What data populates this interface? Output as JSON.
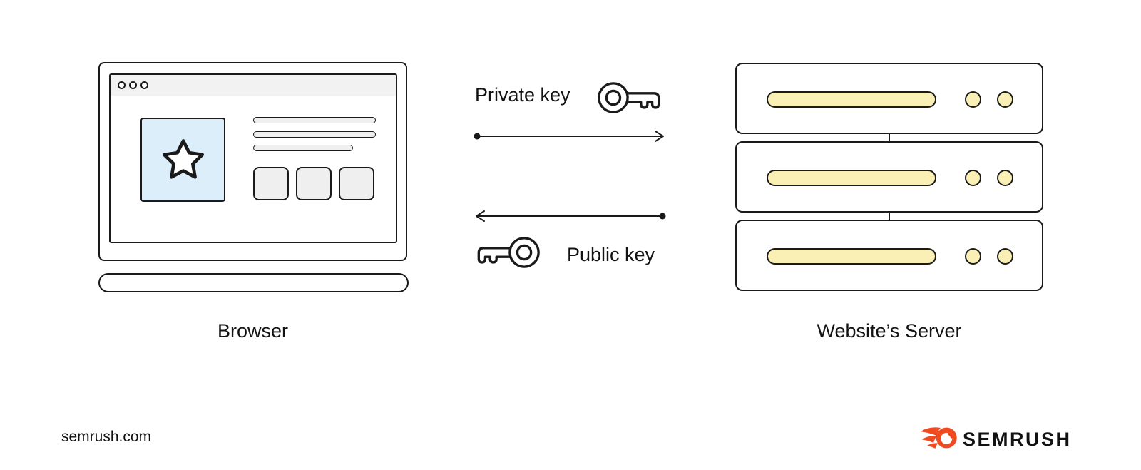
{
  "browser": {
    "label": "Browser",
    "window": {
      "dots": 3,
      "hero_icon": "star-icon",
      "text_lines": 3,
      "thumbnails": 3
    }
  },
  "key_exchange": {
    "private_key": {
      "label": "Private key",
      "icon": "key-icon",
      "arrow_direction": "left-to-right"
    },
    "public_key": {
      "label": "Public key",
      "icon": "key-icon",
      "arrow_direction": "right-to-left"
    }
  },
  "server": {
    "label": "Website’s Server",
    "unit_count": 3
  },
  "footer": {
    "site_label": "semrush.com",
    "brand_name": "SEMRUSH",
    "brand_icon": "semrush-flame-icon"
  },
  "colors": {
    "outline": "#1A1A1A",
    "accent_yellow": "#FAF0B5",
    "accent_blue": "#DCEEF9",
    "gray_fill": "#EFEFEF",
    "header_gray": "#F2F2F2",
    "brand_orange": "#F04A21",
    "text": "#151515"
  }
}
